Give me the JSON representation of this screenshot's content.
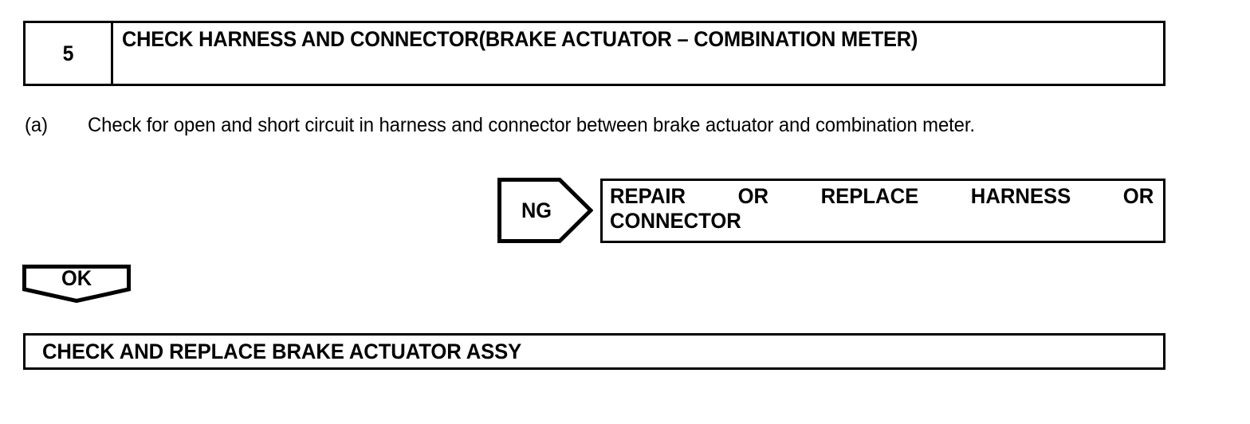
{
  "step": {
    "number": "5",
    "title": "CHECK HARNESS AND CONNECTOR(BRAKE ACTUATOR – COMBINATION METER)"
  },
  "procedure": {
    "marker": "(a)",
    "text": "Check for open and short circuit in harness and connector between brake actuator and combination meter."
  },
  "branches": {
    "ng": {
      "label": "NG",
      "action_line_1": "REPAIR OR REPLACE HARNESS OR",
      "action_line_2": "CONNECTOR"
    },
    "ok": {
      "label": "OK"
    }
  },
  "final_action": {
    "text": "CHECK AND REPLACE BRAKE ACTUATOR ASSY"
  },
  "colors": {
    "ink": "#000000",
    "paper": "#ffffff"
  }
}
